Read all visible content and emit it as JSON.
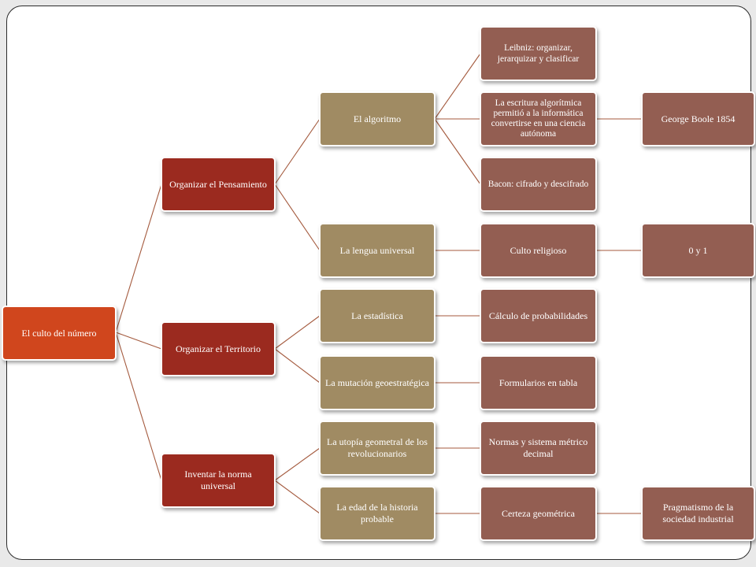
{
  "diagram": {
    "root": "El culto del número",
    "branches": [
      {
        "label": "Organizar el Pensamiento",
        "children": [
          {
            "label": "El algoritmo",
            "children": [
              {
                "label": "Leibniz: organizar, jerarquizar y clasificar"
              },
              {
                "label": "La escritura algorítmica permitió a la informática convertirse en una ciencia autónoma",
                "children": [
                  {
                    "label": "George Boole 1854"
                  }
                ]
              },
              {
                "label": "Bacon: cifrado y descifrado"
              }
            ]
          },
          {
            "label": "La lengua universal",
            "children": [
              {
                "label": "Culto religioso",
                "children": [
                  {
                    "label": "0 y 1"
                  }
                ]
              }
            ]
          }
        ]
      },
      {
        "label": "Organizar el Territorio",
        "children": [
          {
            "label": "La estadística",
            "children": [
              {
                "label": "Cálculo de probabilidades"
              }
            ]
          },
          {
            "label": "La mutación geoestratégica",
            "children": [
              {
                "label": "Formularios en tabla"
              }
            ]
          }
        ]
      },
      {
        "label": "Inventar la norma universal",
        "children": [
          {
            "label": "La utopía geometral de los revolucionarios",
            "children": [
              {
                "label": "Normas y sistema métrico decimal"
              }
            ]
          },
          {
            "label": "La edad de la historia probable",
            "children": [
              {
                "label": "Certeza geométrica",
                "children": [
                  {
                    "label": "Pragmatismo de la sociedad industrial"
                  }
                ]
              }
            ]
          }
        ]
      }
    ]
  },
  "colors": {
    "level0": "#d0461d",
    "level1": "#9b2a1f",
    "level2": "#a08b63",
    "level3": "#935e52",
    "connector": "#a45a3e"
  }
}
